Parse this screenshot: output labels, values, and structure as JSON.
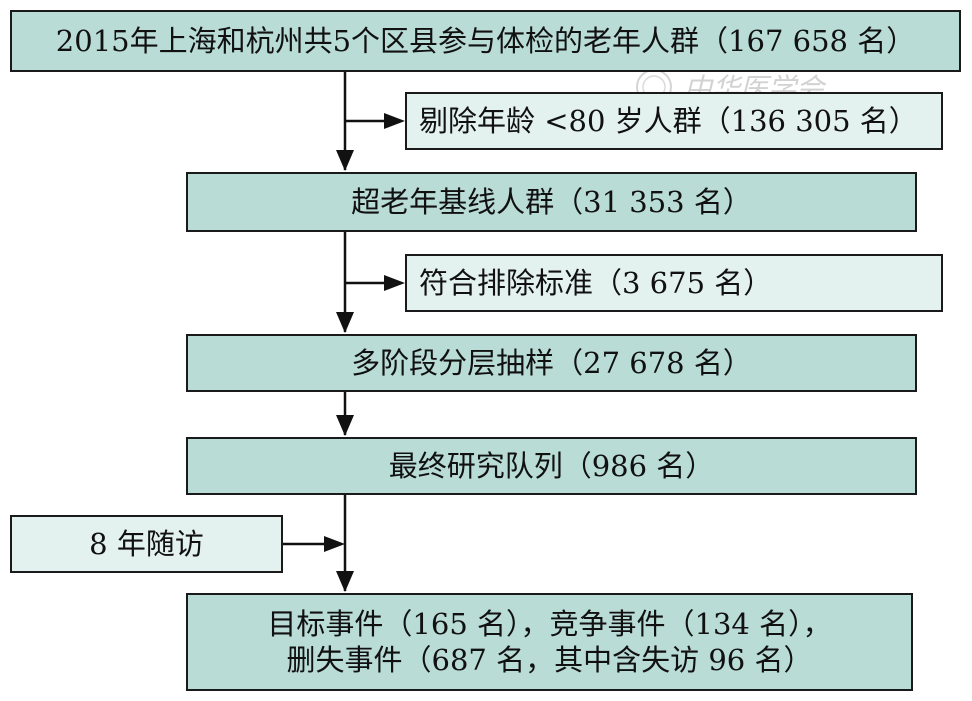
{
  "flowchart": {
    "initial_population": "2015年上海和杭州共5个区县参与体检的老年人群（167 658 名）",
    "exclusion_age": "剔除年龄 <80 岁人群（136 305 名）",
    "baseline": "超老年基线人群（31 353 名）",
    "exclusion_criteria": "符合排除标准（3 675 名）",
    "sampling": "多阶段分层抽样（27 678 名）",
    "final_cohort": "最终研究队列（986 名）",
    "follow_up": "8 年随访",
    "outcome_line1": "目标事件（165 名），竞争事件（134 名），",
    "outcome_line2": "删失事件（687 名，其中含失访 96 名）"
  },
  "watermark": {
    "text": "中华医学会"
  },
  "colors": {
    "box_dark": "#b9dcd6",
    "box_light": "#e4f2ef",
    "border": "#1a1a1a",
    "watermark": "#cfcfcf"
  }
}
